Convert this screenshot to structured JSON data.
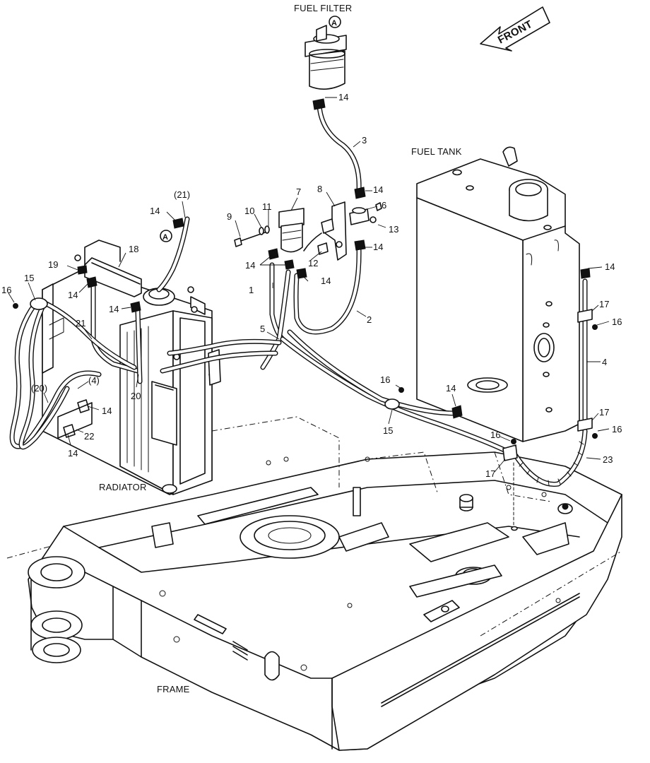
{
  "labels": {
    "fuel_filter": "FUEL FILTER",
    "fuel_tank": "FUEL TANK",
    "radiator": "RADIATOR",
    "frame": "FRAME",
    "front": "FRONT",
    "ref_a": "A"
  },
  "callouts": {
    "c1": "1",
    "c2": "2",
    "c3": "3",
    "c4": "4",
    "c4p": "(4)",
    "c5": "5",
    "c6": "6",
    "c7": "7",
    "c8": "8",
    "c9": "9",
    "c10": "10",
    "c11": "11",
    "c12": "12",
    "c13": "13",
    "c14": "14",
    "c15": "15",
    "c16": "16",
    "c17": "17",
    "c18": "18",
    "c19": "19",
    "c20": "20",
    "c20p": "(20)",
    "c21": "21",
    "c21p": "(21)",
    "c22": "22",
    "c23": "23"
  }
}
